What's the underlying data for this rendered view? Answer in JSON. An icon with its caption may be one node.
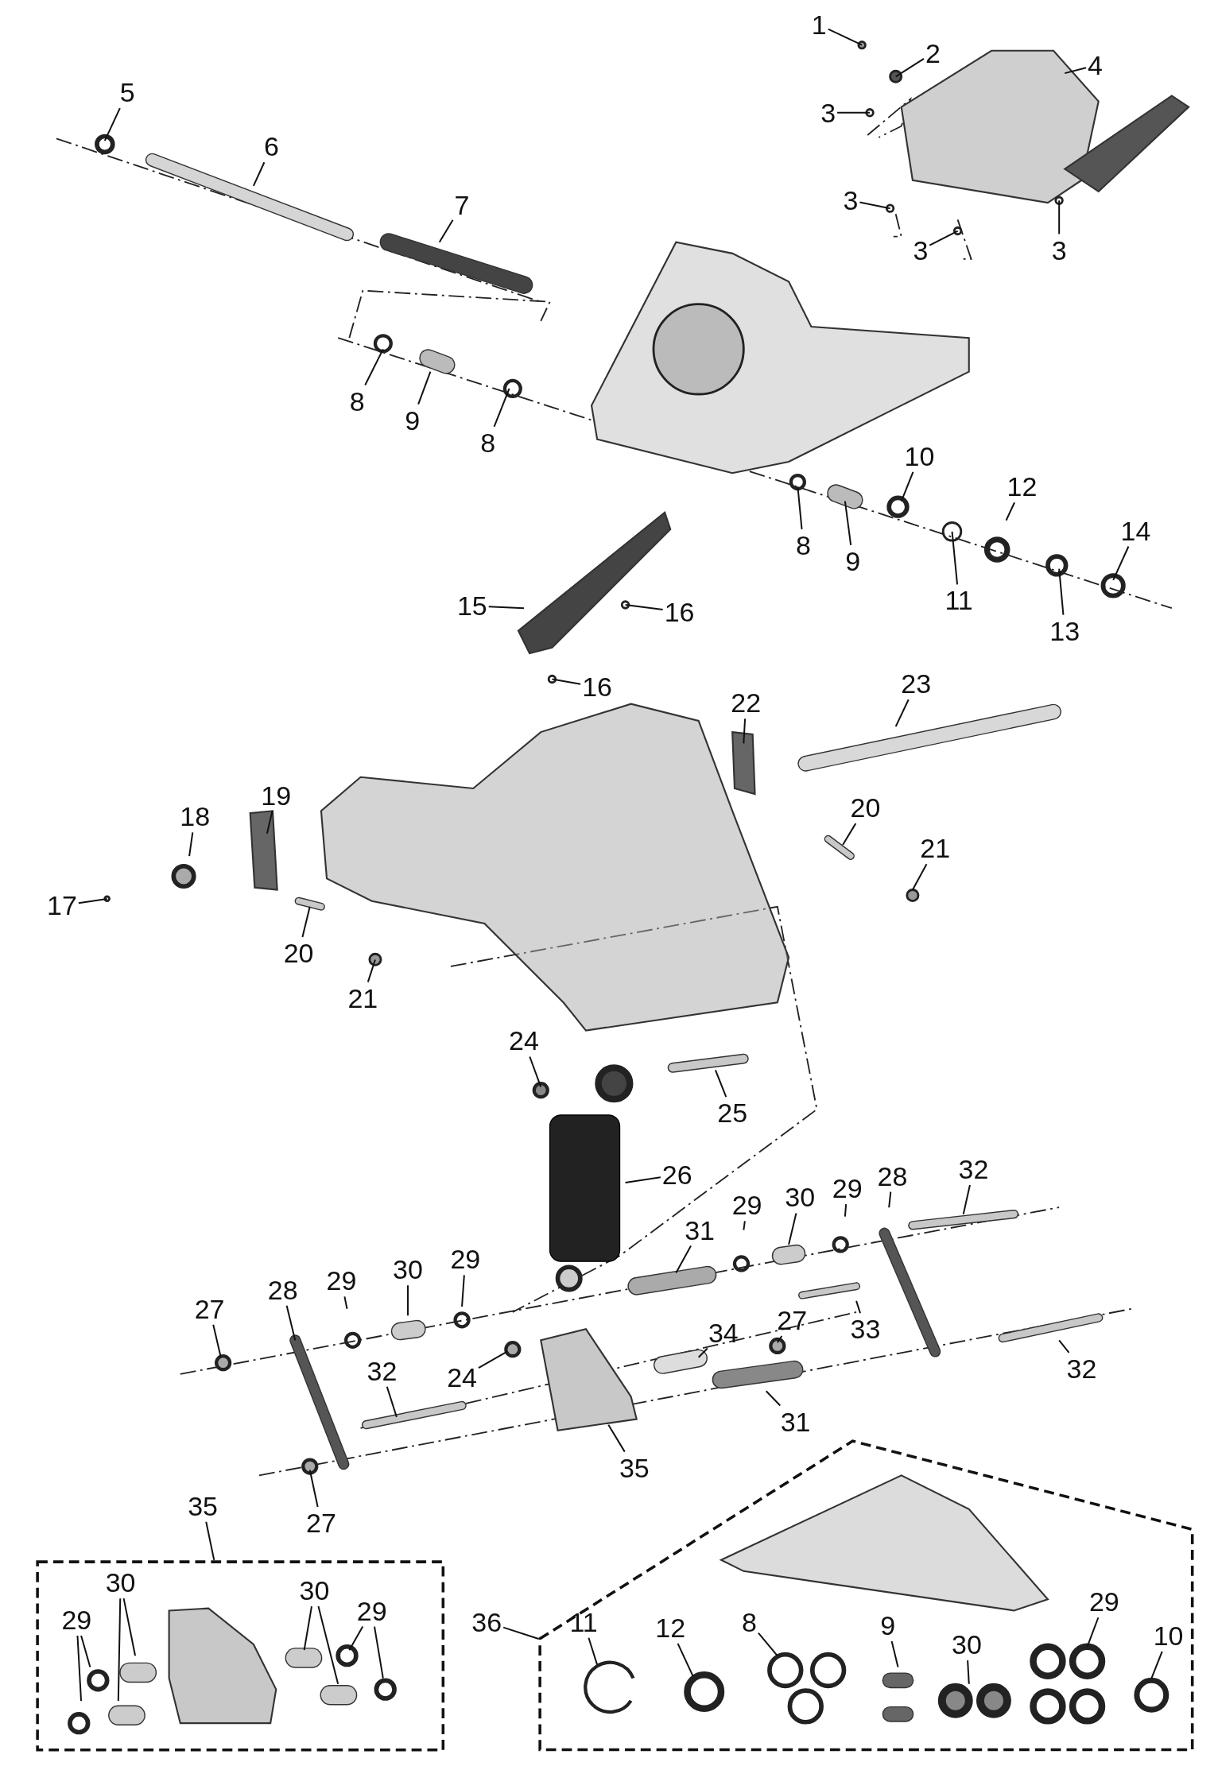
{
  "diagram": {
    "nodes": [
      {
        "text": [
          "1"
        ]
      },
      {
        "text": [
          "2"
        ]
      },
      {
        "text": [
          "3"
        ]
      },
      {
        "text": [
          "4"
        ]
      },
      {
        "text": [
          "3"
        ]
      },
      {
        "text": [
          "3"
        ]
      },
      {
        "text": [
          "3"
        ]
      },
      {
        "text": [
          "5"
        ]
      },
      {
        "text": [
          "6"
        ]
      },
      {
        "text": [
          "7"
        ]
      },
      {
        "text": [
          "8"
        ]
      },
      {
        "text": [
          "9"
        ]
      },
      {
        "text": [
          "8"
        ]
      },
      {
        "text": [
          "10"
        ]
      },
      {
        "text": [
          "12"
        ]
      },
      {
        "text": [
          "14"
        ]
      },
      {
        "text": [
          "8"
        ]
      },
      {
        "text": [
          "9"
        ]
      },
      {
        "text": [
          "11"
        ]
      },
      {
        "text": [
          "15"
        ]
      },
      {
        "text": [
          "16"
        ]
      },
      {
        "text": [
          "13"
        ]
      },
      {
        "text": [
          "16"
        ]
      },
      {
        "text": [
          "23"
        ]
      },
      {
        "text": [
          "22"
        ]
      },
      {
        "text": [
          "19"
        ]
      },
      {
        "text": [
          "20"
        ]
      },
      {
        "text": [
          "18"
        ]
      },
      {
        "text": [
          "21"
        ]
      },
      {
        "text": [
          "17"
        ]
      },
      {
        "text": [
          "20"
        ]
      },
      {
        "text": [
          "21"
        ]
      },
      {
        "text": [
          "24"
        ]
      },
      {
        "text": [
          "25"
        ]
      },
      {
        "text": [
          "26"
        ]
      },
      {
        "text": [
          "28"
        ]
      },
      {
        "text": [
          "32"
        ]
      },
      {
        "text": [
          "29"
        ]
      },
      {
        "text": [
          "30"
        ]
      },
      {
        "text": [
          "29"
        ]
      },
      {
        "text": [
          "31"
        ]
      },
      {
        "text": [
          "29"
        ]
      },
      {
        "text": [
          "30"
        ]
      },
      {
        "text": [
          "29"
        ]
      },
      {
        "text": [
          "28"
        ]
      },
      {
        "text": [
          "27"
        ]
      },
      {
        "text": [
          "27"
        ]
      },
      {
        "text": [
          "33"
        ]
      },
      {
        "text": [
          "34"
        ]
      },
      {
        "text": [
          "32"
        ]
      },
      {
        "text": [
          "32"
        ]
      },
      {
        "text": [
          "24"
        ]
      },
      {
        "text": [
          "31"
        ]
      },
      {
        "text": [
          "35"
        ]
      },
      {
        "text": [
          "35"
        ]
      },
      {
        "text": [
          "27"
        ]
      },
      {
        "text": [],
        "shape": "box"
      },
      {
        "text": [
          "30"
        ],
        "in": 56
      },
      {
        "text": [
          "30"
        ],
        "in": 56
      },
      {
        "text": [
          "29"
        ],
        "in": 56
      },
      {
        "text": [
          "29"
        ],
        "in": 56
      },
      {
        "text": [
          "36"
        ]
      },
      {
        "text": [],
        "shape": "pentagon"
      },
      {
        "text": [
          "29"
        ],
        "in": 62
      },
      {
        "text": [
          "11"
        ],
        "in": 62
      },
      {
        "text": [
          "12"
        ],
        "in": 62
      },
      {
        "text": [
          "8"
        ],
        "in": 62
      },
      {
        "text": [
          "9"
        ],
        "in": 62
      },
      {
        "text": [
          "10"
        ],
        "in": 62
      },
      {
        "text": [
          "30"
        ],
        "in": 62
      }
    ],
    "edges": [
      {
        "from": 0,
        "to": null,
        "arrow": "none"
      },
      {
        "from": 1,
        "to": null,
        "arrow": "none"
      },
      {
        "from": 2,
        "to": null,
        "arrow": "none"
      },
      {
        "from": 3,
        "to": null,
        "arrow": "none"
      },
      {
        "from": 4,
        "to": null,
        "arrow": "none"
      },
      {
        "from": 5,
        "to": null,
        "arrow": "none"
      },
      {
        "from": 6,
        "to": null,
        "arrow": "none"
      },
      {
        "from": 7,
        "to": null,
        "arrow": "none"
      },
      {
        "from": 8,
        "to": null,
        "arrow": "none"
      },
      {
        "from": 9,
        "to": null,
        "arrow": "none"
      },
      {
        "from": 10,
        "to": null,
        "arrow": "none"
      },
      {
        "from": 11,
        "to": null,
        "arrow": "none"
      },
      {
        "from": 12,
        "to": null,
        "arrow": "none"
      },
      {
        "from": 13,
        "to": null,
        "arrow": "none"
      },
      {
        "from": 14,
        "to": null,
        "arrow": "none"
      },
      {
        "from": 15,
        "to": null,
        "arrow": "none"
      },
      {
        "from": 16,
        "to": null,
        "arrow": "none"
      },
      {
        "from": 17,
        "to": null,
        "arrow": "none"
      },
      {
        "from": 18,
        "to": null,
        "arrow": "none"
      },
      {
        "from": 19,
        "to": null,
        "arrow": "none"
      },
      {
        "from": 20,
        "to": null,
        "arrow": "none"
      },
      {
        "from": 21,
        "to": null,
        "arrow": "none"
      },
      {
        "from": 22,
        "to": null,
        "arrow": "none"
      },
      {
        "from": 23,
        "to": null,
        "arrow": "none"
      },
      {
        "from": 24,
        "to": null,
        "arrow": "none"
      },
      {
        "from": 25,
        "to": null,
        "arrow": "none"
      },
      {
        "from": 26,
        "to": null,
        "arrow": "none"
      },
      {
        "from": 27,
        "to": null,
        "arrow": "none"
      },
      {
        "from": 28,
        "to": null,
        "arrow": "none"
      },
      {
        "from": 29,
        "to": null,
        "arrow": "none"
      },
      {
        "from": 30,
        "to": null,
        "arrow": "none"
      },
      {
        "from": 31,
        "to": null,
        "arrow": "none"
      },
      {
        "from": 32,
        "to": null,
        "arrow": "none"
      },
      {
        "from": 33,
        "to": null,
        "arrow": "none"
      },
      {
        "from": 34,
        "to": null,
        "arrow": "none"
      },
      {
        "from": 35,
        "to": null,
        "arrow": "none"
      },
      {
        "from": 36,
        "to": null,
        "arrow": "none"
      },
      {
        "from": 37,
        "to": null,
        "arrow": "none"
      },
      {
        "from": 38,
        "to": null,
        "arrow": "none"
      },
      {
        "from": 39,
        "to": null,
        "arrow": "none"
      },
      {
        "from": 40,
        "to": null,
        "arrow": "none"
      },
      {
        "from": 41,
        "to": null,
        "arrow": "none"
      },
      {
        "from": 42,
        "to": null,
        "arrow": "none"
      },
      {
        "from": 43,
        "to": null,
        "arrow": "none"
      },
      {
        "from": 44,
        "to": null,
        "arrow": "none"
      },
      {
        "from": 45,
        "to": null,
        "arrow": "none"
      },
      {
        "from": 46,
        "to": null,
        "arrow": "none"
      },
      {
        "from": 47,
        "to": null,
        "arrow": "none"
      },
      {
        "from": 48,
        "to": null,
        "arrow": "none"
      },
      {
        "from": 49,
        "to": null,
        "arrow": "none"
      },
      {
        "from": 50,
        "to": null,
        "arrow": "none"
      },
      {
        "from": 51,
        "to": null,
        "arrow": "none"
      },
      {
        "from": 52,
        "to": null,
        "arrow": "none"
      },
      {
        "from": 53,
        "to": null,
        "arrow": "none"
      },
      {
        "from": 54,
        "to": 56,
        "arrow": "none"
      },
      {
        "from": 55,
        "to": null,
        "arrow": "none"
      },
      {
        "from": 57,
        "to": null,
        "arrow": "none"
      },
      {
        "from": 57,
        "to": null,
        "arrow": "none"
      },
      {
        "from": 58,
        "to": null,
        "arrow": "none"
      },
      {
        "from": 58,
        "to": null,
        "arrow": "none"
      },
      {
        "from": 59,
        "to": null,
        "arrow": "none"
      },
      {
        "from": 59,
        "to": null,
        "arrow": "none"
      },
      {
        "from": 60,
        "to": null,
        "arrow": "none"
      },
      {
        "from": 60,
        "to": null,
        "arrow": "none"
      },
      {
        "from": 61,
        "to": 62,
        "arrow": "none"
      },
      {
        "from": 63,
        "to": null,
        "arrow": "none"
      },
      {
        "from": 64,
        "to": null,
        "arrow": "none"
      },
      {
        "from": 65,
        "to": null,
        "arrow": "none"
      },
      {
        "from": 66,
        "to": null,
        "arrow": "none"
      },
      {
        "from": 67,
        "to": null,
        "arrow": "none"
      },
      {
        "from": 68,
        "to": null,
        "arrow": "none"
      },
      {
        "from": 69,
        "to": null,
        "arrow": "none"
      }
    ]
  }
}
